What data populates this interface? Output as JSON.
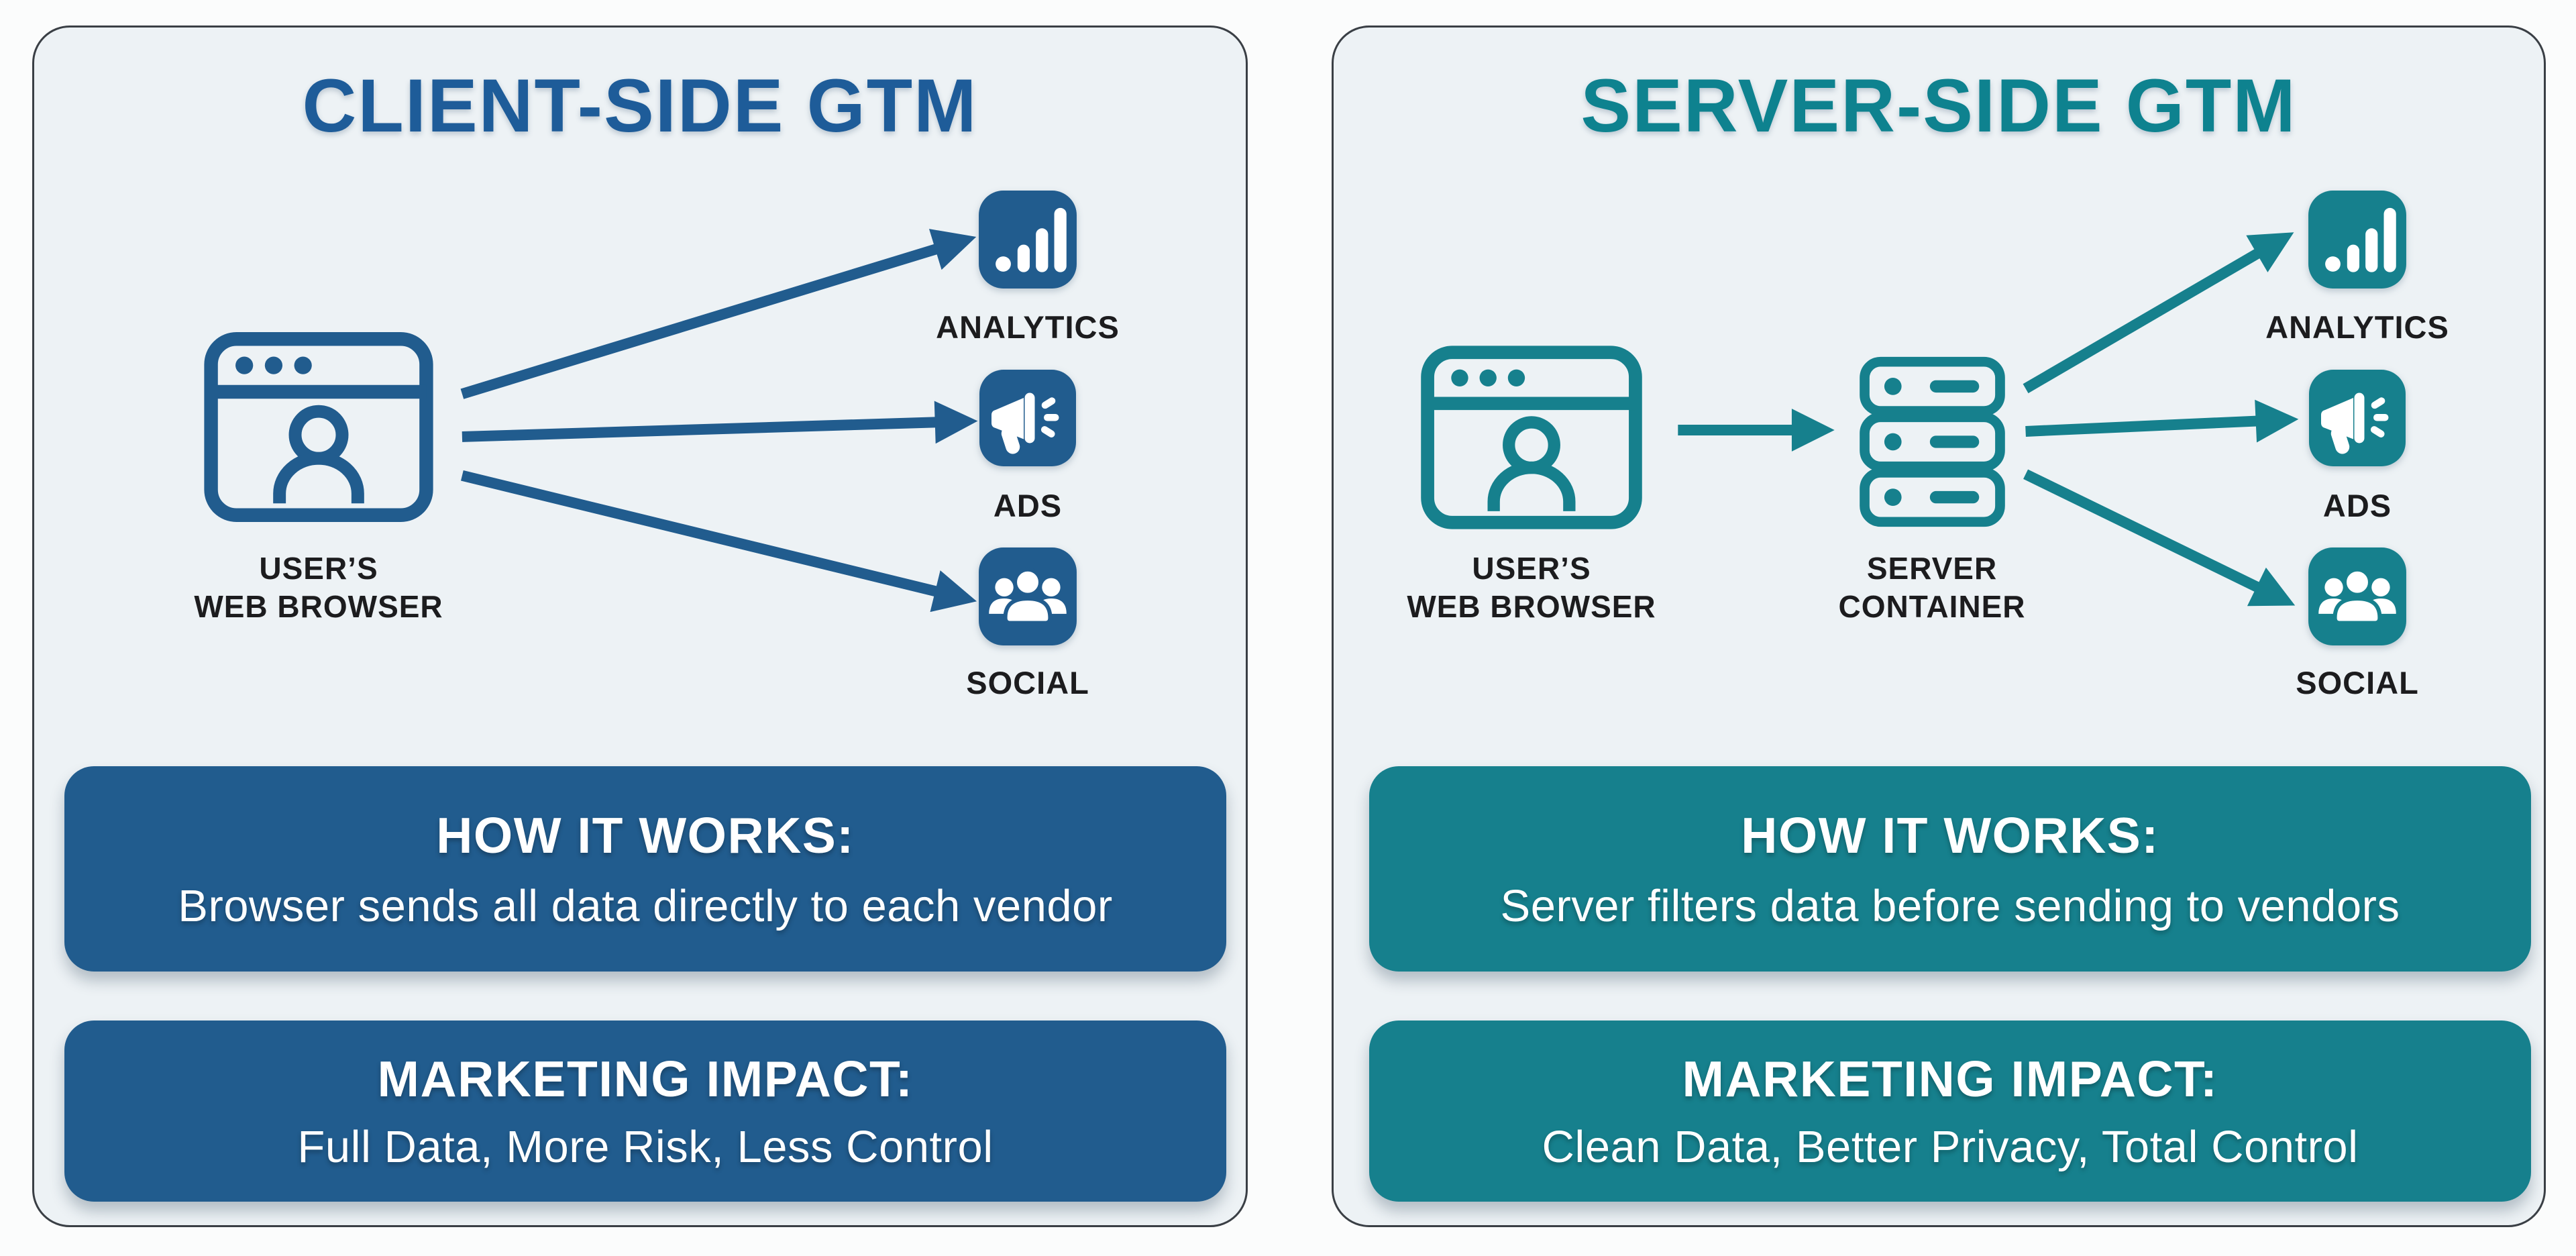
{
  "colors": {
    "page_bg": "#fbfcfc",
    "panel_bg": "#edf2f5",
    "panel_border": "#3a3f45",
    "label_text": "#1c1c1e",
    "banner_text": "#ffffff",
    "client_primary": "#215c8e",
    "client_title": "#1e5c99",
    "server_primary": "#16808d",
    "server_title": "#0e828f"
  },
  "left_panel": {
    "title": "CLIENT-SIDE GTM",
    "source": {
      "label_line1": "USER’S",
      "label_line2": "WEB BROWSER",
      "icon": "browser-user-icon"
    },
    "vendors": [
      {
        "label": "ANALYTICS",
        "icon": "bar-chart-icon"
      },
      {
        "label": "ADS",
        "icon": "megaphone-icon"
      },
      {
        "label": "SOCIAL",
        "icon": "people-group-icon"
      }
    ],
    "how_it_works": {
      "heading": "HOW IT WORKS:",
      "description": "Browser sends all data directly to each vendor"
    },
    "marketing_impact": {
      "heading": "MARKETING IMPACT:",
      "description": "Full Data, More Risk, Less Control"
    }
  },
  "right_panel": {
    "title": "SERVER-SIDE GTM",
    "source": {
      "label_line1": "USER’S",
      "label_line2": "WEB BROWSER",
      "icon": "browser-user-icon"
    },
    "server": {
      "label_line1": "SERVER",
      "label_line2": "CONTAINER",
      "icon": "server-stack-icon"
    },
    "vendors": [
      {
        "label": "ANALYTICS",
        "icon": "bar-chart-icon"
      },
      {
        "label": "ADS",
        "icon": "megaphone-icon"
      },
      {
        "label": "SOCIAL",
        "icon": "people-group-icon"
      }
    ],
    "how_it_works": {
      "heading": "HOW IT WORKS:",
      "description": "Server filters data before sending to vendors"
    },
    "marketing_impact": {
      "heading": "MARKETING IMPACT:",
      "description": "Clean Data, Better Privacy, Total Control"
    }
  }
}
